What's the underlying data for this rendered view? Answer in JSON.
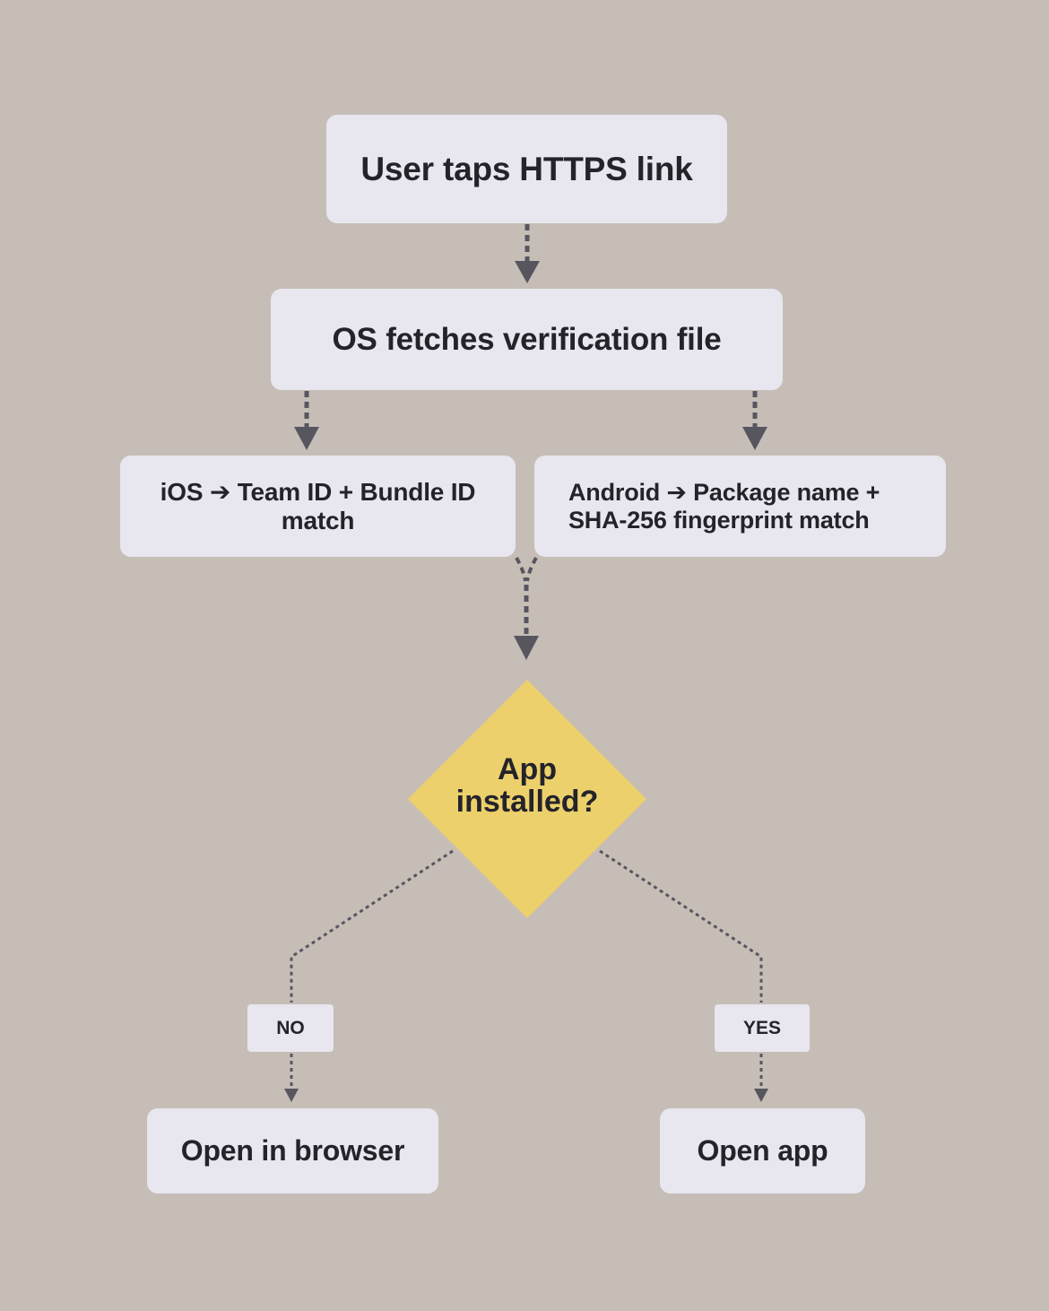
{
  "diagram": {
    "type": "flowchart",
    "colors": {
      "background": "#c6bdb7",
      "node_fill": "#e8e6ee",
      "decision_fill": "#ecd06b",
      "connector": "#57565f",
      "text": "#24232a"
    },
    "nodes": {
      "tap": "User taps HTTPS link",
      "fetch": "OS fetches verification file",
      "ios": "iOS ➔ Team ID + Bundle ID match",
      "android_line1": "Android ➔ Package name +",
      "android_line2": "SHA-256 fingerprint match",
      "decision_line1": "App",
      "decision_line2": "installed?",
      "browser": "Open in browser",
      "app": "Open app"
    },
    "branch_labels": {
      "no": "NO",
      "yes": "YES"
    },
    "edges": [
      {
        "from": "tap",
        "to": "fetch",
        "style": "dotted-arrow"
      },
      {
        "from": "fetch",
        "to": "ios",
        "style": "dotted-arrow"
      },
      {
        "from": "fetch",
        "to": "android",
        "style": "dotted-arrow"
      },
      {
        "from": "ios",
        "to": "decision",
        "style": "dotted-arrow"
      },
      {
        "from": "android",
        "to": "decision",
        "style": "dotted-arrow"
      },
      {
        "from": "decision",
        "to": "browser",
        "label": "NO",
        "style": "dotted-arrow"
      },
      {
        "from": "decision",
        "to": "app",
        "label": "YES",
        "style": "dotted-arrow"
      }
    ]
  }
}
